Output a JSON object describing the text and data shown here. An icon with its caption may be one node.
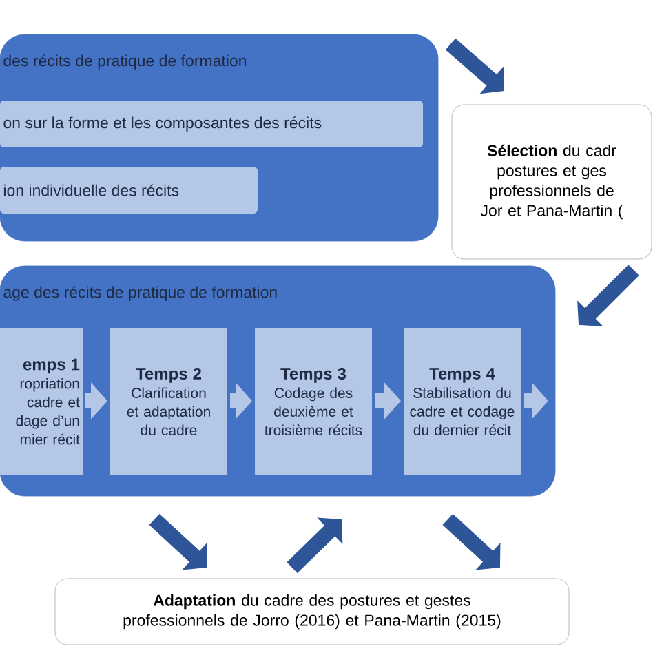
{
  "diagram": {
    "nodes": [
      {
        "text": [
          "des récits de pratique de formation"
        ]
      },
      {
        "text": [
          "on sur la forme et les composantes des récits"
        ],
        "in": 0
      },
      {
        "text": [
          "ion individuelle des récits"
        ],
        "in": 0
      },
      {
        "text": [
          "**Sélection** du cadr postures et ges professionnels de Jor et Pana-Martin ("
        ]
      },
      {
        "text": [
          "age des récits de pratique de formation"
        ]
      },
      {
        "text": [
          "emps 1",
          "ropriation cadre et dage d’un mier récit"
        ],
        "in": 4
      },
      {
        "text": [
          "Temps 2",
          "Clarification et adaptation du cadre"
        ],
        "in": 4
      },
      {
        "text": [
          "Temps 3",
          "Codage des deuxième et troisième récits"
        ],
        "in": 4
      },
      {
        "text": [
          "Temps 4",
          "Stabilisation du cadre et codage du dernier récit"
        ],
        "in": 4
      },
      {
        "text": [
          "**Adaptation** du cadre des postures et gestes professionnels de Jorro (2016) et Pana-Martin (2015)"
        ]
      }
    ],
    "edges": [
      {
        "from": 0,
        "to": 3,
        "arrow": "to"
      },
      {
        "from": 3,
        "to": 4,
        "arrow": "to"
      },
      {
        "from": 5,
        "to": 6,
        "arrow": "to",
        "color": "#b4c7e7"
      },
      {
        "from": 6,
        "to": 7,
        "arrow": "to",
        "color": "#b4c7e7"
      },
      {
        "from": 7,
        "to": 8,
        "arrow": "to",
        "color": "#b4c7e7"
      },
      {
        "from": 8,
        "to": null,
        "arrow": "to",
        "color": "#b4c7e7"
      },
      {
        "from": 4,
        "to": 9,
        "arrow": "to"
      },
      {
        "from": 9,
        "to": 4,
        "arrow": "to"
      },
      {
        "from": 4,
        "to": 9,
        "arrow": "to"
      }
    ]
  }
}
